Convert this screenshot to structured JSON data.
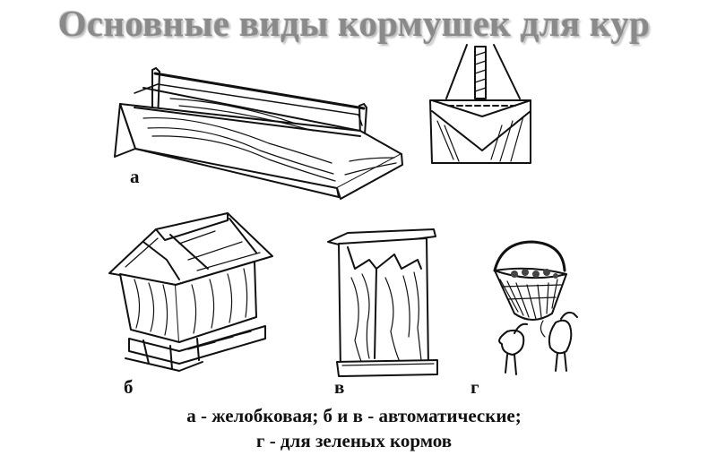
{
  "title": "Основные виды кормушек для кур",
  "labels": {
    "a": "а",
    "b": "б",
    "v": "в",
    "g": "г"
  },
  "caption": {
    "line1": "а - желобковая; б и в - автоматические;",
    "line2": "г - для зеленых кормов"
  }
}
